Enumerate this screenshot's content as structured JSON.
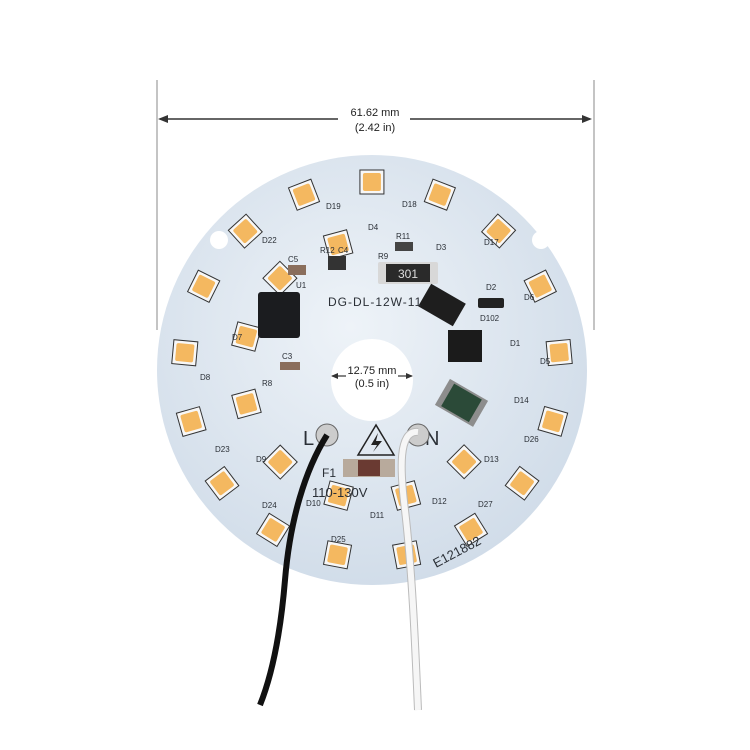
{
  "dimensions": {
    "outer_diameter_mm": "61.62 mm",
    "outer_diameter_in": "(2.42 in)",
    "hole_diameter_mm": "12.75 mm",
    "hole_diameter_in": "(0.5 in)"
  },
  "board": {
    "model": "DG-DL-12W-11",
    "voltage": "110-130V",
    "cert": "E121882",
    "resistor_code": "301",
    "fuse_label": "F1",
    "live_label": "L",
    "neutral_label": "N",
    "ic_label": "U1",
    "labels": [
      "R11",
      "R12",
      "C4",
      "C5",
      "R9",
      "C3",
      "R8",
      "D102",
      "D1",
      "D2",
      "D3",
      "D4",
      "D5",
      "D6",
      "D7",
      "D8",
      "D9",
      "D10",
      "D11",
      "D12",
      "D13",
      "D14",
      "D17",
      "D18",
      "D19",
      "D22",
      "D23",
      "D24",
      "D25",
      "D26",
      "D27"
    ]
  },
  "colors": {
    "board": "#dde6f0",
    "led": "#f4b860",
    "wire_live": "#111111",
    "wire_neutral": "#f4f4f4"
  }
}
